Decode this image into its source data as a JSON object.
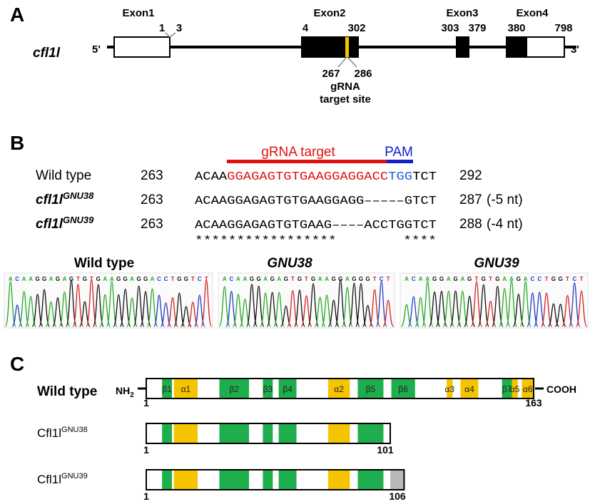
{
  "panel_a": {
    "letter": "A",
    "gene": "cfl1l",
    "five_prime": "5'",
    "three_prime": "3'",
    "exon_labels": [
      "Exon1",
      "Exon2",
      "Exon3",
      "Exon4"
    ],
    "positions": [
      "1",
      "3",
      "4",
      "302",
      "303",
      "379",
      "380",
      "798"
    ],
    "grna_positions": [
      "267",
      "286"
    ],
    "grna_label_line1": "gRNA",
    "grna_label_line2": "target site",
    "grna_color": "#f5c400"
  },
  "panel_b": {
    "letter": "B",
    "grna_header": "gRNA target",
    "pam_header": "PAM",
    "rows": [
      {
        "name": "Wild type",
        "start": "263",
        "seq_plain": "ACAA",
        "seq_red": "GGAGAGTGTGAAGGAGGACC",
        "seq_blue": "TGG",
        "seq_tail": "TCT",
        "end": "292",
        "note": ""
      },
      {
        "name": "cfl1l",
        "superscript": "GNU38",
        "start": "263",
        "seq": "ACAAGGAGAGTGTGAAGGAGG–––––GTCT",
        "end": "287",
        "note": "(-5 nt)"
      },
      {
        "name": "cfl1l",
        "superscript": "GNU39",
        "start": "263",
        "seq": "ACAAGGAGAGTGTGAAG––––ACCTGGTCT",
        "end": "288",
        "note": "(-4 nt)"
      }
    ],
    "conservation": "*****************        ****",
    "chromatograms": [
      {
        "title": "Wild type",
        "bases": "ACAAGGAGAGTGTGAAGGAGGACCTGGTCT"
      },
      {
        "title": "GNU38",
        "bases": "ACAAGGAGAGTGTGAAGGAGGGTCT"
      },
      {
        "title": "GNU39",
        "bases": "ACAAGGAGAGTGTGAAGACCTGGTCT"
      }
    ],
    "base_colors": {
      "A": "#22aa22",
      "C": "#1f3fbf",
      "G": "#111111",
      "T": "#d42020"
    },
    "grna_color": "#e01010",
    "pam_color": "#1020d0"
  },
  "panel_c": {
    "letter": "C",
    "wt_label": "Wild type",
    "nh2": "NH",
    "nh2_sub": "2",
    "cooh": "COOH",
    "wt_length": 163,
    "wt_start": "1",
    "wt_end": "163",
    "helix_color": "#f5c400",
    "sheet_color": "#1fae4d",
    "frameshift_color": "#b8b8b8",
    "domains": [
      {
        "label": "β1",
        "type": "sheet",
        "start": 8,
        "end": 13
      },
      {
        "label": "α1",
        "type": "helix",
        "start": 14,
        "end": 26
      },
      {
        "label": "β2",
        "type": "sheet",
        "start": 37,
        "end": 52
      },
      {
        "label": "β3",
        "type": "sheet",
        "start": 59,
        "end": 64
      },
      {
        "label": "β4",
        "type": "sheet",
        "start": 67,
        "end": 76
      },
      {
        "label": "α2",
        "type": "helix",
        "start": 92,
        "end": 103
      },
      {
        "label": "β5",
        "type": "sheet",
        "start": 107,
        "end": 120
      },
      {
        "label": "β6",
        "type": "sheet",
        "start": 124,
        "end": 136
      },
      {
        "label": "α3",
        "type": "helix",
        "start": 152,
        "end": 155
      },
      {
        "label": "α4",
        "type": "helix",
        "start": 159,
        "end": 168
      },
      {
        "label": "β7",
        "type": "sheet",
        "start": 180,
        "end": 185
      },
      {
        "label": "α5",
        "type": "helix",
        "start": 185,
        "end": 188
      },
      {
        "label": "α6",
        "type": "helix",
        "start": 190,
        "end": 196
      }
    ],
    "mutants": [
      {
        "name": "Cfl1l",
        "superscript": "GNU38",
        "length": 101,
        "start": "1",
        "end": "101"
      },
      {
        "name": "Cfl1l",
        "superscript": "GNU39",
        "length": 106,
        "start": "1",
        "end": "106",
        "frameshift_from": 101
      }
    ]
  }
}
